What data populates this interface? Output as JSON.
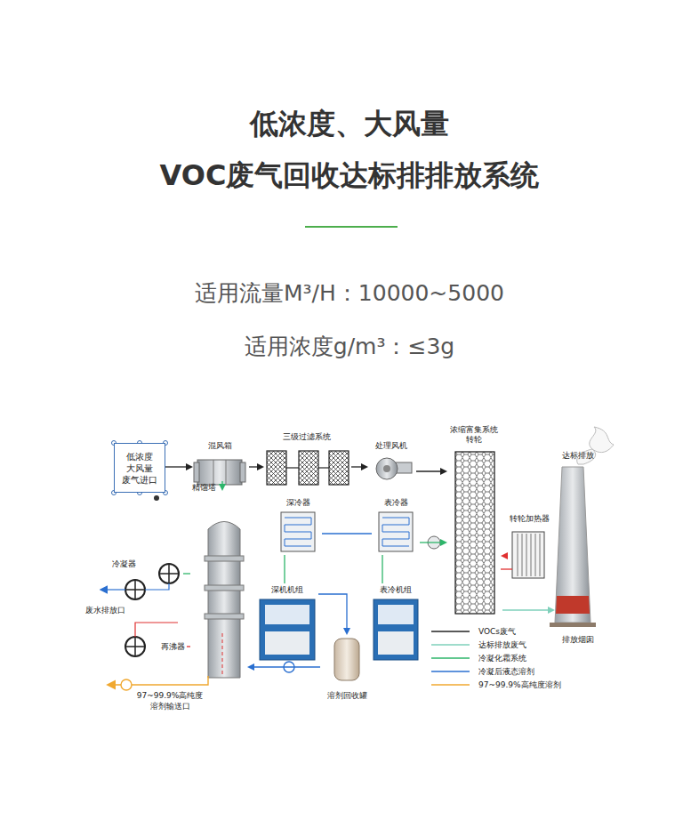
{
  "diagram": {
    "title": "低浓度、大风量 VOC废气回收达标排排放系统",
    "nodes": [
      {
        "text": [
          "低浓度 大风量 废气进口"
        ]
      },
      {
        "text": [
          "混风箱"
        ]
      },
      {
        "text": [
          "三级过滤系统"
        ]
      },
      {
        "text": [
          "处理风机"
        ]
      },
      {
        "text": [
          "浓缩富集系统 转轮"
        ]
      },
      {
        "text": [
          "达标排放",
          "排放烟囱"
        ]
      },
      {
        "text": [
          "精馏塔"
        ]
      },
      {
        "text": [
          "深冷器"
        ]
      },
      {
        "text": [
          "表冷器"
        ]
      },
      {
        "text": [
          "转轮加热器"
        ]
      },
      {
        "text": [
          "冷凝器"
        ]
      },
      {
        "text": [
          "深机机组"
        ]
      },
      {
        "text": [
          "表冷机组"
        ]
      },
      {
        "text": [
          "再沸器"
        ]
      },
      {
        "text": [
          "溶剂回收罐"
        ]
      }
    ],
    "edges": [
      {
        "from": 0,
        "to": 1,
        "arrow": "to"
      },
      {
        "from": 1,
        "to": 2,
        "arrow": "to"
      },
      {
        "from": 2,
        "to": 3,
        "arrow": "to"
      },
      {
        "from": 3,
        "to": 4,
        "arrow": "to"
      },
      {
        "from": 4,
        "to": 5,
        "arrow": "to"
      },
      {
        "from": 6,
        "to": 1,
        "arrow": "to"
      },
      {
        "from": 7,
        "to": 11,
        "arrow": "none"
      },
      {
        "from": 8,
        "to": 12,
        "arrow": "none"
      },
      {
        "from": 7,
        "to": 8,
        "arrow": "none"
      },
      {
        "from": 11,
        "to": 14,
        "arrow": "to"
      },
      {
        "from": 14,
        "to": 6,
        "arrow": "to"
      },
      {
        "from": 9,
        "to": 4,
        "arrow": "to"
      },
      {
        "from": 10,
        "to": 6,
        "arrow": "none"
      },
      {
        "from": 13,
        "to": 6,
        "arrow": "none"
      },
      {
        "from": 8,
        "to": 4,
        "arrow": "to"
      }
    ],
    "labels": [
      "适用流量M³/H：10000~5000",
      "适用浓度g/m³：≤3g",
      "废水排放口",
      "97~99.9%高纯度 溶剂输送口"
    ],
    "legend": [
      {
        "text": "VOCs废气"
      },
      {
        "text": "达标排放废气"
      },
      {
        "text": "冷凝化霜系统"
      },
      {
        "text": "冷凝后液态溶剂"
      },
      {
        "text": "97~99.9%高纯度溶剂"
      }
    ]
  }
}
